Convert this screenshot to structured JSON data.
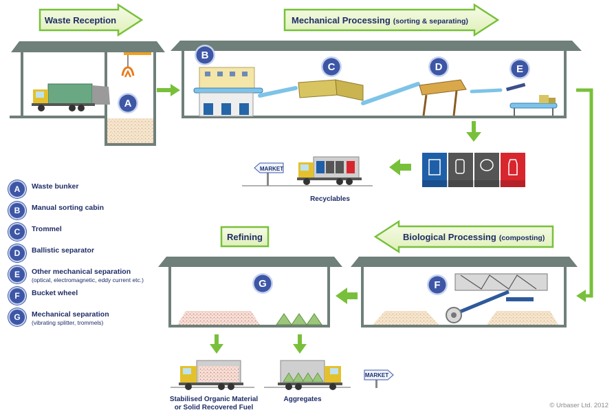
{
  "banners": {
    "waste_reception": "Waste Reception",
    "mechanical_processing": "Mechanical Processing",
    "mechanical_processing_sub": "(sorting & separating)",
    "biological_processing": "Biological Processing",
    "biological_processing_sub": "(composting)",
    "refining": "Refining"
  },
  "badges": [
    "A",
    "B",
    "C",
    "D",
    "E",
    "F",
    "G"
  ],
  "legend": [
    {
      "letter": "A",
      "label": "Waste bunker",
      "sub": ""
    },
    {
      "letter": "B",
      "label": "Manual sorting cabin",
      "sub": ""
    },
    {
      "letter": "C",
      "label": "Trommel",
      "sub": ""
    },
    {
      "letter": "D",
      "label": "Ballistic separator",
      "sub": ""
    },
    {
      "letter": "E",
      "label": "Other mechanical separation",
      "sub": "(optical, electromagnetic, eddy current etc.)"
    },
    {
      "letter": "F",
      "label": "Bucket wheel",
      "sub": ""
    },
    {
      "letter": "G",
      "label": "Mechanical separation",
      "sub": "(vibrating splitter, trommels)"
    }
  ],
  "market_sign": "MARKET",
  "outputs": {
    "recyclables": "Recyclables",
    "stabilised_line1": "Stabilised Organic Material",
    "stabilised_line2": "or Solid Recovered Fuel",
    "aggregates": "Aggregates"
  },
  "recycle_bins": [
    {
      "name": "cardboard",
      "color": "#1f5fa8"
    },
    {
      "name": "aluminium cans",
      "color": "#555555"
    },
    {
      "name": "steel cans",
      "color": "#555555"
    },
    {
      "name": "plastic bottles",
      "color": "#d8262e"
    }
  ],
  "credit": "© Urbaser Ltd. 2012",
  "colors": {
    "roof": "#6f7f7a",
    "arrow": "#78c03a",
    "banner_fill": "#eef8d8",
    "banner_text": "#1f2d66",
    "badge": "#3d57a6",
    "compost": "#f2dcc0"
  }
}
